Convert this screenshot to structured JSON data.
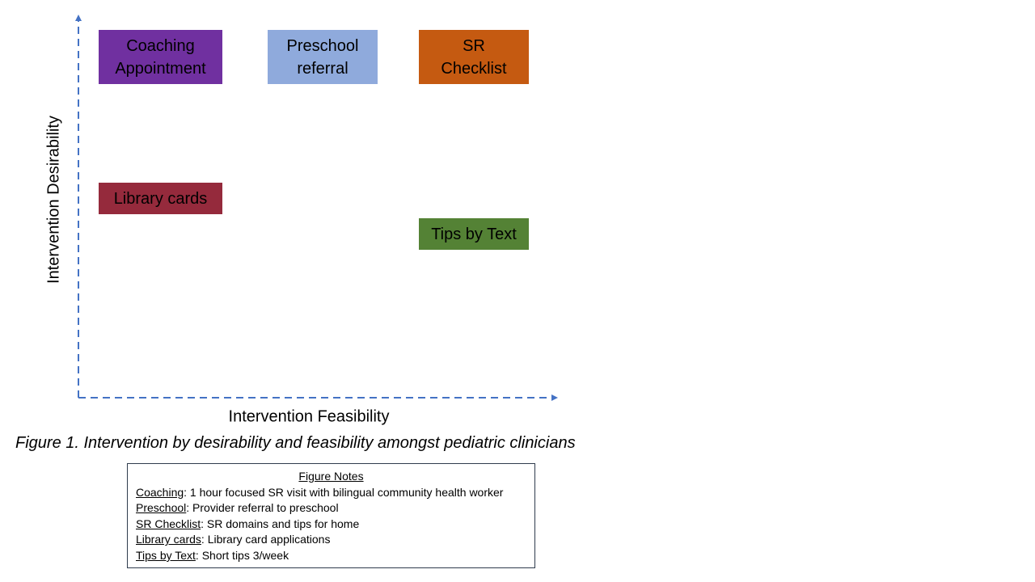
{
  "colors": {
    "axis": "#4472c4"
  },
  "chart_data": {
    "type": "diagram",
    "xlabel": "Intervention Feasibility",
    "ylabel": "Intervention Desirability",
    "caption": "Figure 1. Intervention by desirability and feasibility amongst pediatric clinicians",
    "boxes": [
      {
        "id": "coaching",
        "label": "Coaching\nAppointment",
        "color": "#7030a0",
        "text_color": "#000000"
      },
      {
        "id": "preschool",
        "label": "Preschool\nreferral",
        "color": "#8faadc",
        "text_color": "#000000"
      },
      {
        "id": "checklist",
        "label": "SR\nChecklist",
        "color": "#c55a11",
        "text_color": "#000000"
      },
      {
        "id": "library",
        "label": "Library cards",
        "color": "#952a3c",
        "text_color": "#000000"
      },
      {
        "id": "tips",
        "label": "Tips by Text",
        "color": "#548235",
        "text_color": "#000000"
      }
    ]
  },
  "notes": {
    "title": "Figure Notes",
    "items": [
      {
        "term": "Coaching",
        "desc": ": 1 hour focused SR visit with bilingual community health worker"
      },
      {
        "term": "Preschool",
        "desc": ": Provider referral to preschool"
      },
      {
        "term": "SR Checklist",
        "desc": ": SR domains and tips for home"
      },
      {
        "term": "Library cards",
        "desc": ": Library card applications"
      },
      {
        "term": "Tips by Text",
        "desc": ": Short tips 3/week"
      }
    ]
  }
}
